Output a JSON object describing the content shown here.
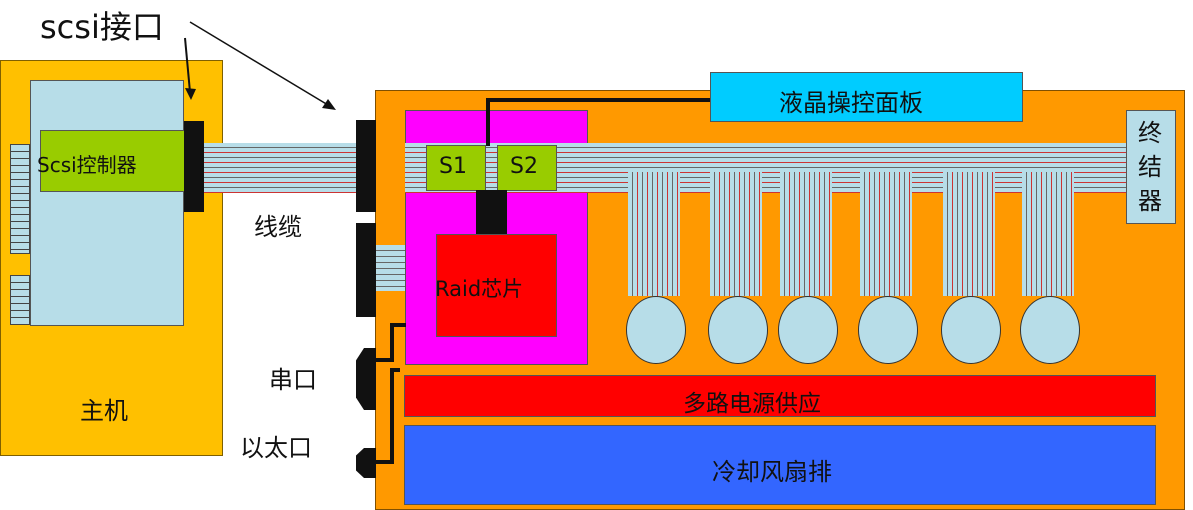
{
  "labels": {
    "scsi_interface": "scsi接口",
    "scsi_controller": "Scsi控制器",
    "host": "主机",
    "cable": "线缆",
    "serial_port": "串口",
    "ethernet_port": "以太口",
    "lcd_panel": "液晶操控面板",
    "terminator": "终结器",
    "s1": "S1",
    "s2": "S2",
    "raid_chip": "Raid芯片",
    "power_supply": "多路电源供应",
    "cooling_fans": "冷却风扇排"
  },
  "colors": {
    "host_case": "#ffc000",
    "host_board": "#b7dde8",
    "controller": "#99cc00",
    "enclosure": "#ff9900",
    "raid_card": "#ff00ff",
    "raid_chip": "#ff0000",
    "power": "#ff0000",
    "fans": "#3366ff",
    "lcd": "#00ccff",
    "cable": "#b7dde8",
    "cable_stripe": "#cc3333"
  },
  "disk_count": 6
}
